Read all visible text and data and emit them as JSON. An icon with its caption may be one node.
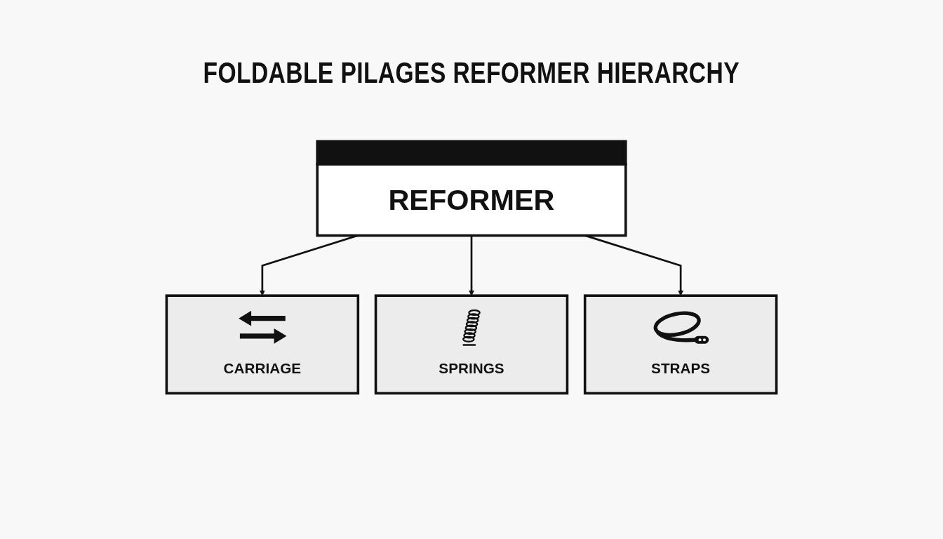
{
  "diagram": {
    "title": "FOLDABLE PILAGES REFORMER HIERARCHY",
    "nodes": [
      {
        "text": [
          "REFORMER"
        ]
      },
      {
        "text": [
          "CARRIAGE"
        ]
      },
      {
        "text": [
          "SPRINGS"
        ]
      },
      {
        "text": [
          "STRAPS"
        ]
      }
    ],
    "edges": [
      {
        "from": 0,
        "to": 1,
        "arrow": "to"
      },
      {
        "from": 0,
        "to": 2,
        "arrow": "to"
      },
      {
        "from": 0,
        "to": 3,
        "arrow": "to"
      }
    ]
  }
}
